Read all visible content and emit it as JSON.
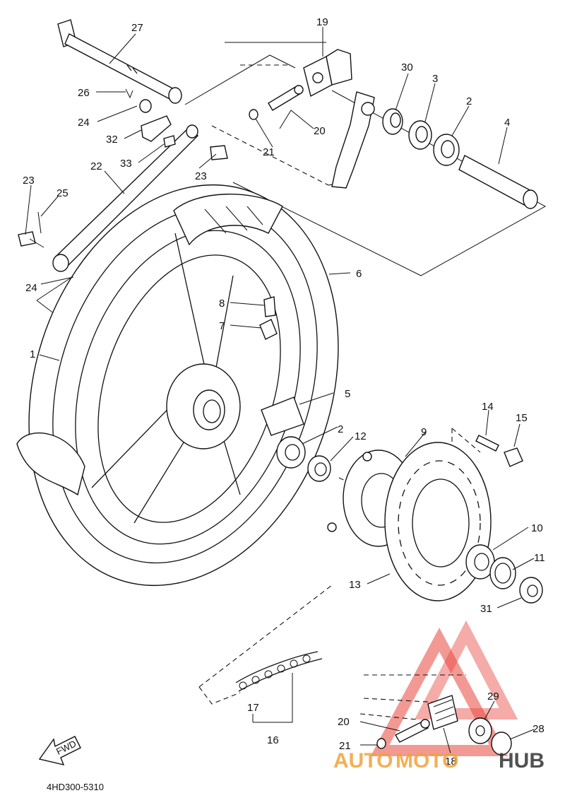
{
  "diagram_code": "4HD300-5310",
  "fwd_label": "FWD",
  "watermark": {
    "text_auto": "AUTO",
    "text_moto": "MOTO",
    "text_hub": "HUB",
    "color_red": "#e8453c",
    "color_orange": "#f2a23a",
    "color_dark": "#333333"
  },
  "callouts": {
    "c27": "27",
    "c19": "19",
    "c30": "30",
    "c3a": "3",
    "c2a": "2",
    "c4": "4",
    "c26": "26",
    "c24a": "24",
    "c32": "32",
    "c20a": "20",
    "c21a": "21",
    "c33": "33",
    "c23a": "23",
    "c22": "22",
    "c23b": "23",
    "c25": "25",
    "c24b": "24",
    "c6": "6",
    "c8": "8",
    "c7": "7",
    "c1": "1",
    "c5": "5",
    "c2b": "2",
    "c12": "12",
    "c9": "9",
    "c14": "14",
    "c15": "15",
    "c10": "10",
    "c11": "11",
    "c13": "13",
    "c31": "31",
    "c29": "29",
    "c28": "28",
    "c20b": "20",
    "c17": "17",
    "c16": "16",
    "c21b": "21",
    "c18": "18"
  }
}
